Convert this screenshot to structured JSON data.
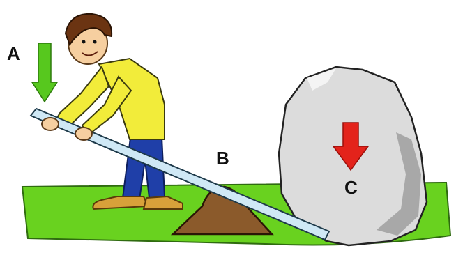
{
  "labels": {
    "a": "A",
    "b": "B",
    "c": "C"
  },
  "colors": {
    "ground": "#69d21f",
    "ground_outline": "#2f6b10",
    "dirt": "#8b5a2b",
    "rock": "#dcdcdc",
    "rock_shadow": "#a8a8a8",
    "lever": "#cfe8f5",
    "arrow_effort": "#57c81e",
    "arrow_load": "#e3231b",
    "shirt": "#f2ec3a",
    "pants": "#1f3fa8",
    "hair": "#6b3412",
    "skin": "#f6cfa0",
    "shoes": "#d8a13a"
  },
  "icons": {
    "effort_arrow": "arrow-down-green",
    "load_arrow": "arrow-down-red"
  }
}
